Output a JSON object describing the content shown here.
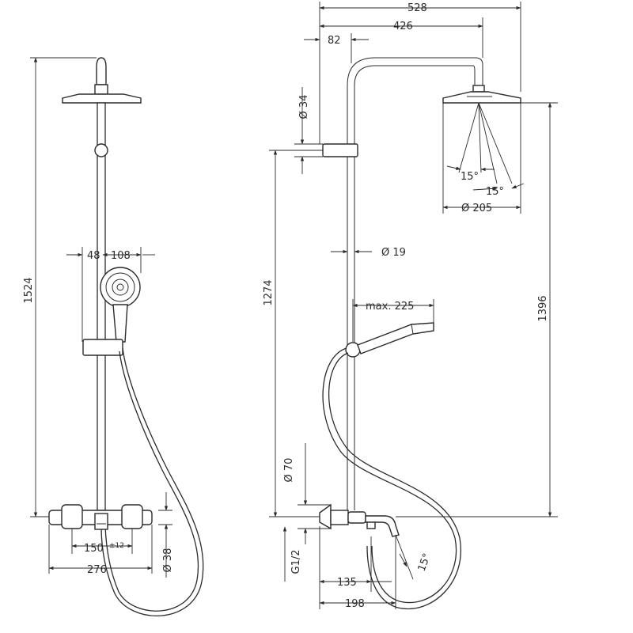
{
  "front_view": {
    "height_total": "1524",
    "offset_48": "48",
    "offset_108": "108",
    "spacing_150": "150",
    "tolerance": "±12",
    "width_276": "276",
    "dia_38": "Ø 38"
  },
  "side_view": {
    "width_528": "528",
    "width_426": "426",
    "offset_82": "82",
    "dia_34": "Ø 34",
    "angle_15_a": "15°",
    "angle_15_b": "15°",
    "dia_205": "Ø 205",
    "dia_19": "Ø 19",
    "height_1274": "1274",
    "height_1396": "1396",
    "max_225": "max. 225",
    "dia_70": "Ø 70",
    "thread": "G1/2",
    "angle_spout": "15°",
    "length_135": "135",
    "length_198": "198"
  }
}
